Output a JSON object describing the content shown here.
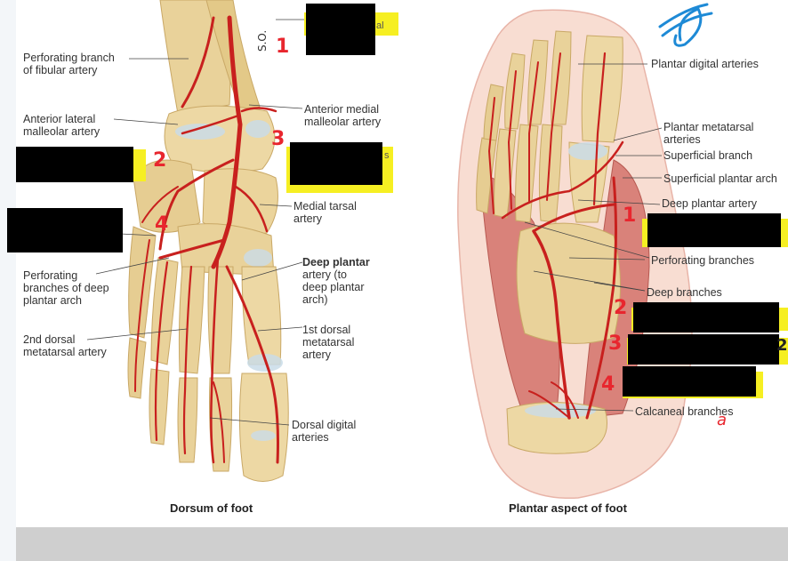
{
  "dorsal": {
    "caption": "Dorsum of foot",
    "labels": {
      "perforating_fibular_1": "Perforating branch",
      "perforating_fibular_2": "of fibular artery",
      "ant_lat_malleolar_1": "Anterior lateral",
      "ant_lat_malleolar_2": "malleolar artery",
      "ant_med_malleolar_1": "Anterior medial",
      "ant_med_malleolar_2": "malleolar artery",
      "medial_tarsal_1": "Medial tarsal",
      "medial_tarsal_2": "artery",
      "deep_plantar_1": "Deep plantar",
      "deep_plantar_2": "artery (to",
      "deep_plantar_3": "deep plantar",
      "deep_plantar_4": "arch)",
      "perf_deep_arch_1": "Perforating",
      "perf_deep_arch_2": "branches of deep",
      "perf_deep_arch_3": "plantar arch",
      "first_dorsal_meta_1": "1st dorsal",
      "first_dorsal_meta_2": "metatarsal",
      "first_dorsal_meta_3": "artery",
      "second_dorsal_meta_1": "2nd dorsal",
      "second_dorsal_meta_2": "metatarsal artery",
      "dorsal_digital_1": "Dorsal digital",
      "dorsal_digital_2": "arteries",
      "partial_top": "al",
      "partial_side": "s"
    },
    "handwritten": {
      "n1": "1",
      "n2": "2",
      "n3": "3",
      "n4": "4",
      "so": "S.O."
    }
  },
  "plantar": {
    "caption": "Plantar aspect of foot",
    "labels": {
      "plantar_digital": "Plantar digital arteries",
      "plantar_metatarsal_1": "Plantar metatarsal",
      "plantar_metatarsal_2": "arteries",
      "superficial_branch": "Superficial branch",
      "superficial_arch": "Superficial plantar arch",
      "deep_plantar_artery": "Deep plantar artery",
      "perforating_branches": "Perforating branches",
      "deep_branches": "Deep branches",
      "calcaneal_branches": "Calcaneal branches"
    },
    "handwritten": {
      "n1": "1",
      "n2": "2",
      "n3": "3",
      "n4": "4",
      "edge_2": "2",
      "a": "a"
    }
  },
  "colors": {
    "artery": "#c8201e",
    "bone": "#e9d29a",
    "muscle": "#d9827a",
    "skin": "#f8ddd2",
    "highlight": "#f6ef22",
    "ink_red": "#e8262e",
    "ink_blue": "#1e8ad6",
    "bottom_bar": "#cfcfcf"
  }
}
